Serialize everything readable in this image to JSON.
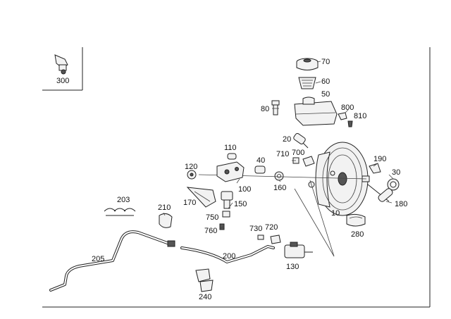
{
  "labels": {
    "p300": "300",
    "p70": "70",
    "p60": "60",
    "p50": "50",
    "p80": "80",
    "p800": "800",
    "p810": "810",
    "p20": "20",
    "p710": "710",
    "p700": "700",
    "p190": "190",
    "p110": "110",
    "p40": "40",
    "p120": "120",
    "p30": "30",
    "p100": "100",
    "p160": "160",
    "p180": "180",
    "p170": "170",
    "p150": "150",
    "p10": "10",
    "p203": "203",
    "p210": "210",
    "p750": "750",
    "p760": "760",
    "p280": "280",
    "p730": "730",
    "p720": "720",
    "p205": "205",
    "p200": "200",
    "p130": "130",
    "p240": "240"
  }
}
